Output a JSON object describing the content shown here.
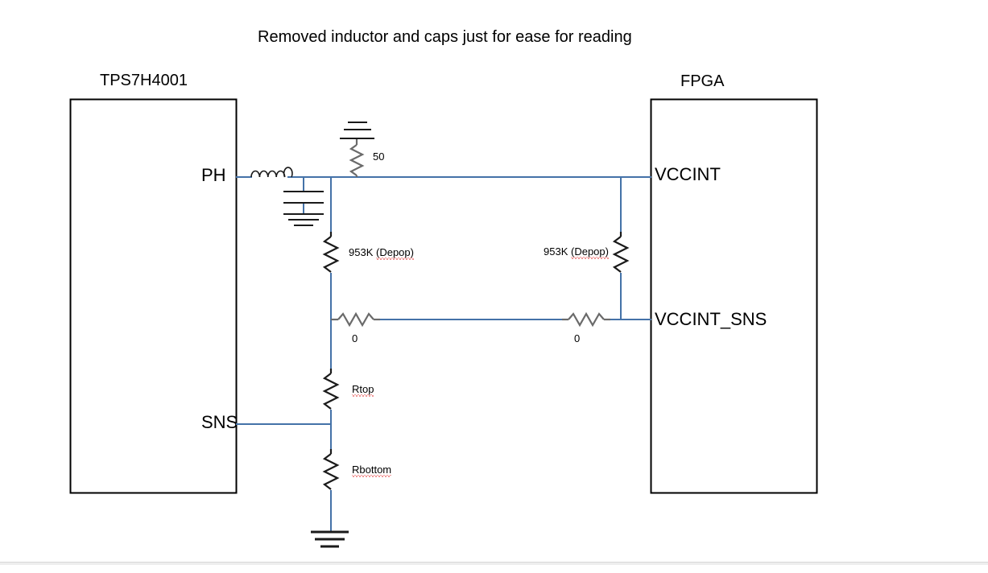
{
  "page": {
    "title": "Removed inductor and caps just for ease for reading",
    "background_color": "#ffffff"
  },
  "colors": {
    "wire": "#4472a8",
    "component": "#4a4a4a",
    "outline": "#000000",
    "text": "#000000",
    "spellcheck_underline": "#e03030"
  },
  "blocks": [
    {
      "name": "left-ic",
      "label": "TPS7H4001"
    },
    {
      "name": "fpga",
      "label": "FPGA"
    }
  ],
  "pins": {
    "left": [
      {
        "name": "ph",
        "label": "PH"
      },
      {
        "name": "sns",
        "label": "SNS"
      }
    ],
    "right": [
      {
        "name": "vccint",
        "label": "VCCINT"
      },
      {
        "name": "vccint_sns",
        "label": "VCCINT_SNS"
      }
    ]
  },
  "components": {
    "inductor": {
      "name": "inductor",
      "label": ""
    },
    "cap": {
      "name": "capacitor",
      "label": ""
    },
    "r_term": {
      "name": "resistor-50",
      "label": "50"
    },
    "r_depop_left": {
      "name": "resistor-953k-left",
      "label": "953K (Depop)",
      "value": "953K",
      "note": "(Depop)"
    },
    "r_depop_right": {
      "name": "resistor-953k-right",
      "label": "953K (Depop)",
      "value": "953K",
      "note": "(Depop)"
    },
    "r_zero_left": {
      "name": "resistor-0-left",
      "label": "0"
    },
    "r_zero_right": {
      "name": "resistor-0-right",
      "label": "0"
    },
    "r_top": {
      "name": "resistor-rtop",
      "label": "Rtop"
    },
    "r_bottom": {
      "name": "resistor-rbottom",
      "label": "Rbottom"
    }
  },
  "labels": {
    "title": "Removed inductor and caps just for ease for reading",
    "left_block": "TPS7H4001",
    "right_block": "FPGA",
    "ph": "PH",
    "sns": "SNS",
    "vccint": "VCCINT",
    "vccint_sns": "VCCINT_SNS",
    "r50": "50",
    "r953k_left_value": "953K",
    "r953k_left_note": "(Depop)",
    "r953k_right_value": "953K",
    "r953k_right_note": "(Depop)",
    "r0_left": "0",
    "r0_right": "0",
    "rtop": "Rtop",
    "rbottom": "Rbottom"
  }
}
